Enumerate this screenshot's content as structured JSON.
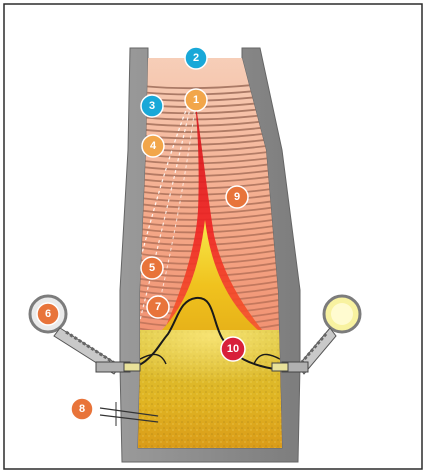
{
  "diagram": {
    "markers": [
      {
        "id": "1",
        "label": "1",
        "color": "#f2a64a"
      },
      {
        "id": "2",
        "label": "2",
        "color": "#19a8d8"
      },
      {
        "id": "3",
        "label": "3",
        "color": "#19a8d8"
      },
      {
        "id": "4",
        "label": "4",
        "color": "#f2a64a"
      },
      {
        "id": "5",
        "label": "5",
        "color": "#e8743a"
      },
      {
        "id": "6",
        "label": "6",
        "color": "#e8743a"
      },
      {
        "id": "7",
        "label": "7",
        "color": "#e8743a"
      },
      {
        "id": "8",
        "label": "8",
        "color": "#e8743a"
      },
      {
        "id": "9",
        "label": "9",
        "color": "#e8743a"
      },
      {
        "id": "10",
        "label": "10",
        "color": "#d81f3a"
      }
    ],
    "colors": {
      "shaft_wall": "#8a8a8a",
      "burden_light": "#f6c7a8",
      "burden_dark": "#6b3a2a",
      "hot_core": "#ee1f1f",
      "cohesive_zone": "#f0c020",
      "hearth": "#d8b020",
      "tuyere_ring_left": "#eaeaea",
      "tuyere_ring_right": "#f8f2a0"
    }
  }
}
